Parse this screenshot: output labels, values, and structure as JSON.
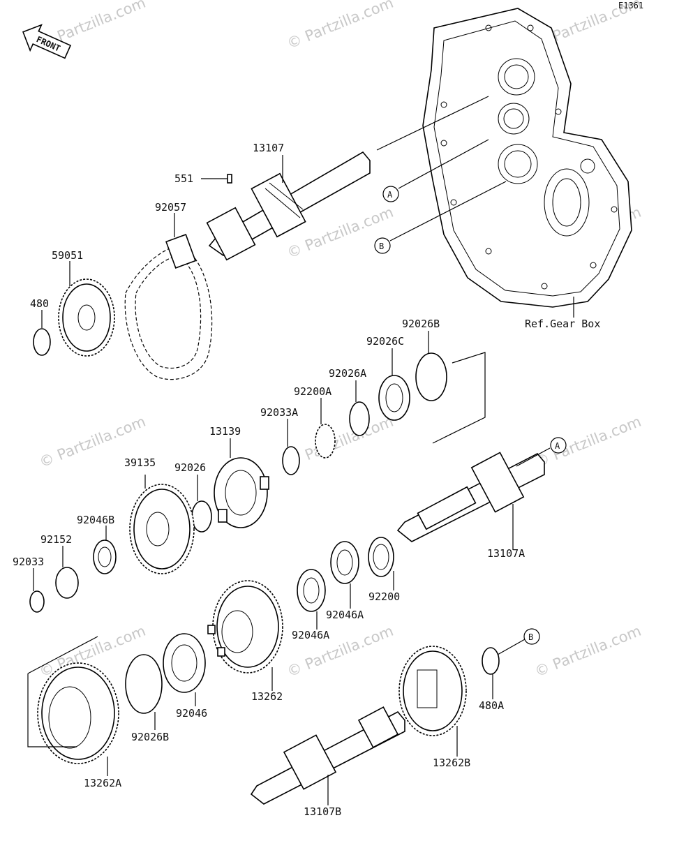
{
  "diagram": {
    "code": "E1361",
    "front_label": "FRONT",
    "reference_label": "Ref.Gear Box",
    "watermark": "© Partzilla.com",
    "callouts": {
      "a": "A",
      "b": "B"
    },
    "parts": [
      "13107",
      "551",
      "92057",
      "59051",
      "480",
      "92026B",
      "92026C",
      "92026A",
      "92200A",
      "92033A",
      "13139",
      "39135",
      "92026",
      "92046B",
      "92152",
      "92033",
      "13107A",
      "92200",
      "92046A",
      "92046A",
      "13262",
      "92046",
      "92026B",
      "13262A",
      "480A",
      "13262B",
      "13107B"
    ]
  }
}
